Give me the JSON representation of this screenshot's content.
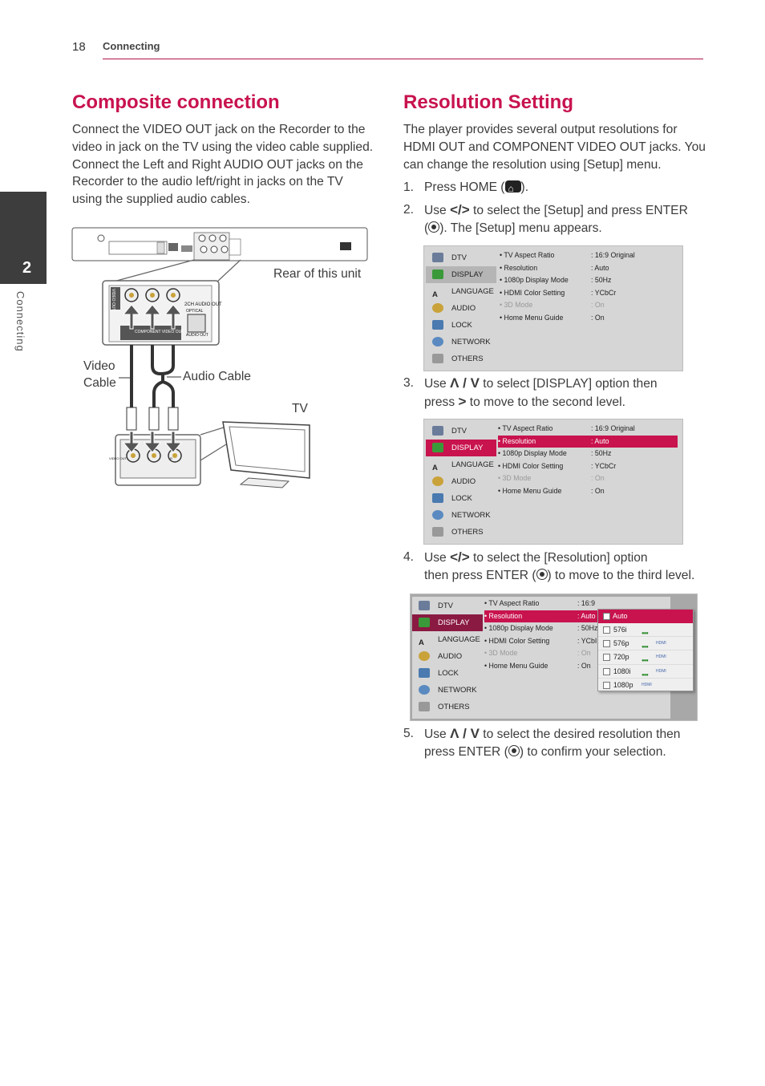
{
  "header": {
    "page_number": "18",
    "section": "Connecting"
  },
  "sidetab": {
    "number": "2",
    "label": "Connecting"
  },
  "left": {
    "title": "Composite connection",
    "paragraph": "Connect the VIDEO OUT jack on the Recorder to the video in jack on the TV using the video cable supplied. Connect the Left and Right AUDIO OUT jacks on the Recorder to the audio left/right in jacks on the TV using the supplied audio cables.",
    "diagram": {
      "rear_label": "Rear of this unit",
      "video_cable_1": "Video",
      "video_cable_2": "Cable",
      "audio_cable": "Audio Cable",
      "tv": "TV",
      "jack_video_out": "VIDEO OUT",
      "jack_l": "L",
      "jack_r": "R",
      "jack_2ch": "2CH AUDIO OUT",
      "jack_optical": "OPTICAL",
      "jack_audio_out": "AUDIO OUT",
      "jack_component": "COMPONENT VIDEO OUT",
      "jack_video_out_vertical": "VIDEO OUT"
    }
  },
  "right": {
    "title": "Resolution Setting",
    "paragraph": "The player provides several output resolutions for HDMI OUT and COMPONENT VIDEO OUT jacks. You can change the resolution using [Setup] menu.",
    "steps": [
      {
        "n": "1.",
        "a": "Press HOME (",
        "b": ")."
      },
      {
        "n": "2.",
        "a": "Use ",
        "arrows": "</>",
        "b": " to select the [Setup] and press ENTER",
        "c": "(",
        "d": "). The [Setup] menu appears."
      },
      {
        "n": "3.",
        "a": "Use ",
        "arrows": "Λ / V",
        "b": " to select [DISPLAY] option then",
        "c": "press ",
        "arrow2": ">",
        "d": " to move to the second level."
      },
      {
        "n": "4.",
        "a": "Use ",
        "arrows": "</>",
        "b": " to select the [Resolution] option",
        "c": "then press ENTER (",
        "d": ") to move to the third level."
      },
      {
        "n": "5.",
        "a": "Use ",
        "arrows": "Λ / V",
        "b": " to select the desired resolution then",
        "c": "press ENTER (",
        "d": ") to confirm your selection."
      }
    ]
  },
  "menu": {
    "side_items": [
      "DTV",
      "DISPLAY",
      "LANGUAGE",
      "AUDIO",
      "LOCK",
      "NETWORK",
      "OTHERS"
    ],
    "rows": [
      {
        "label": "• TV Aspect Ratio",
        "value": ": 16:9 Original"
      },
      {
        "label": "• Resolution",
        "value": ": Auto"
      },
      {
        "label": "• 1080p Display Mode",
        "value": ": 50Hz"
      },
      {
        "label": "• HDMI Color Setting",
        "value": ": YCbCr"
      },
      {
        "label": "• 3D Mode",
        "value": ": On"
      },
      {
        "label": "• Home Menu Guide",
        "value": ": On"
      }
    ],
    "menu3_values": [
      ": 16:9",
      ": Auto",
      ": 50Hz",
      ": YCbI",
      ": On",
      ": On"
    ],
    "popup": {
      "header": "Auto",
      "options": [
        "576i",
        "576p",
        "720p",
        "1080i",
        "1080p"
      ],
      "hdmi_tag": "HDMI"
    },
    "colors": {
      "accent": "#c8134e"
    }
  }
}
